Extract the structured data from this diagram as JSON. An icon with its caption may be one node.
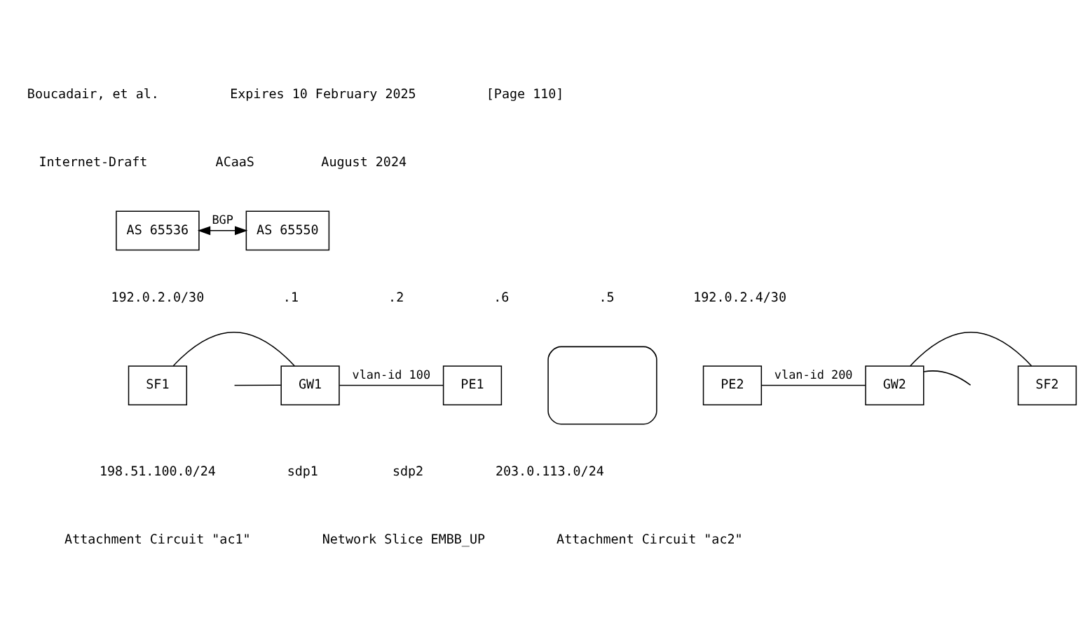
{
  "diagram": {
    "nodes": [
      {
        "text": [
          "SF1"
        ]
      },
      {
        "text": [
          "GW1"
        ]
      },
      {
        "text": [
          "PE1"
        ]
      },
      {
        "text": [],
        "shape": "box"
      },
      {
        "text": [
          "PE2"
        ]
      },
      {
        "text": [
          "GW2"
        ]
      },
      {
        "text": [
          "SF2"
        ]
      },
      {
        "text": [
          "AS 65536"
        ]
      },
      {
        "text": [
          "AS 65550"
        ]
      }
    ],
    "edges": [
      {
        "from": 7,
        "to": 8,
        "label": "BGP",
        "arrow": "both"
      },
      {
        "from": null,
        "to": 1,
        "arrow": "none"
      },
      {
        "from": 0,
        "to": 1,
        "arrow": "none"
      },
      {
        "from": 1,
        "to": 2,
        "label": "vlan-id 100",
        "arrow": "none"
      },
      {
        "from": 4,
        "to": 5,
        "label": "vlan-id 200",
        "arrow": "none"
      },
      {
        "from": 6,
        "to": 5,
        "arrow": "none"
      },
      {
        "from": 5,
        "to": null,
        "arrow": "none"
      }
    ],
    "labels": [
      "Boucadair, et al.",
      "Expires 10 February 2025",
      "[Page 110]",
      "Internet-Draft",
      "ACaaS",
      "August 2024",
      "192.0.2.0/30",
      ".1",
      ".2",
      ".6",
      ".5",
      "192.0.2.4/30",
      "198.51.100.0/24",
      "sdp1",
      "sdp2",
      "203.0.113.0/24",
      "Attachment Circuit \"ac1\"",
      "Network Slice EMBB_UP",
      "Attachment Circuit \"ac2\""
    ]
  }
}
